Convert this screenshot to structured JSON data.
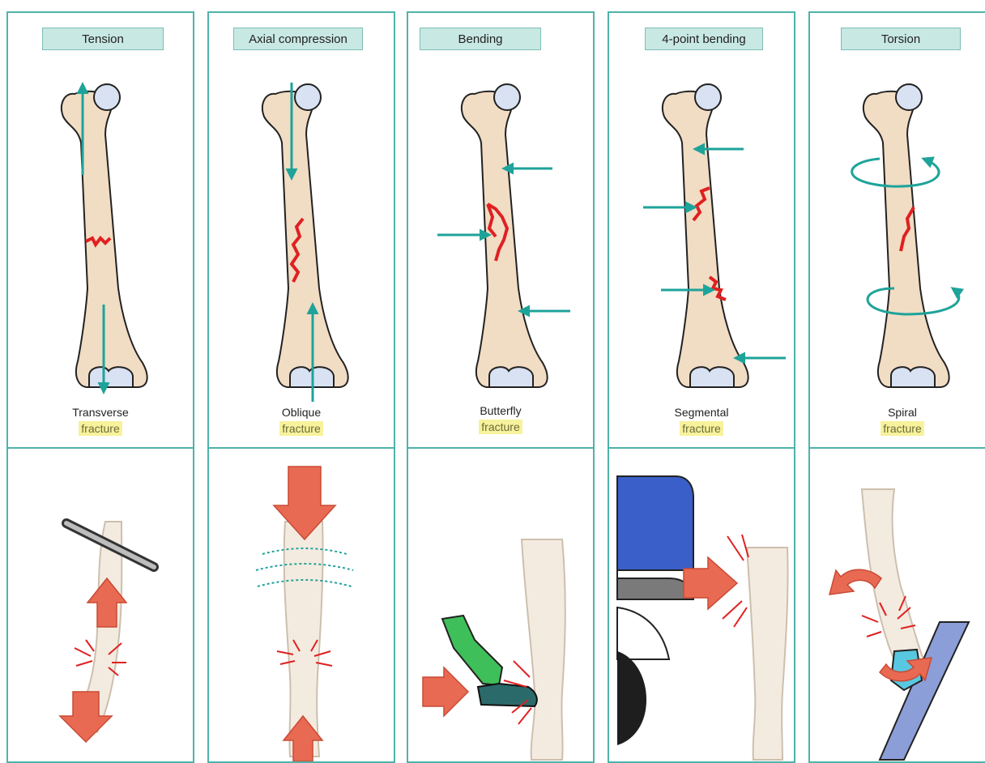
{
  "panels": [
    {
      "title": "Tension",
      "fracture_type": "Transverse",
      "fracture_word": "fracture"
    },
    {
      "title": "Axial compression",
      "fracture_type": "Oblique",
      "fracture_word": "fracture"
    },
    {
      "title": "Bending",
      "fracture_type": "Butterfly",
      "fracture_word": "fracture"
    },
    {
      "title": "4-point bending",
      "fracture_type": "Segmental",
      "fracture_word": "fracture"
    },
    {
      "title": "Torsion",
      "fracture_type": "Spiral",
      "fracture_word": "fracture"
    }
  ],
  "colors": {
    "border": "#4fb3aa",
    "title_bg": "#c8e8e3",
    "bone": "#f1dcc4",
    "joint": "#d8e2f2",
    "fracture": "#e02020",
    "force_arrow": "#1ea39a",
    "impact_arrow": "#e86a52",
    "highlight": "#f7f29b",
    "car_blue": "#3a5fc8",
    "boot_green": "#3fbf5a"
  }
}
